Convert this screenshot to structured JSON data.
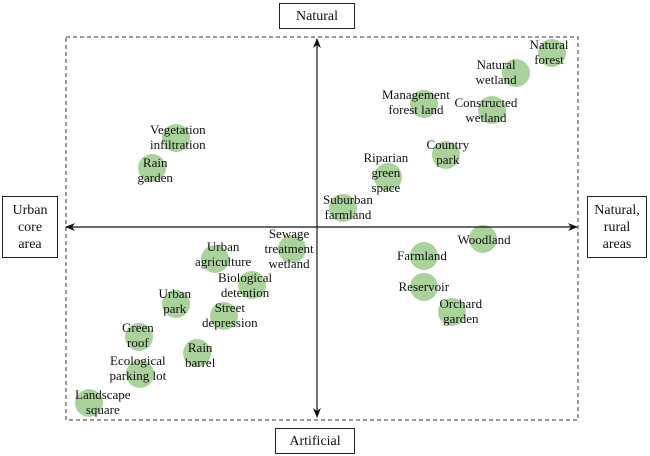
{
  "axes": {
    "top": "Natural",
    "bottom": "Artificial",
    "left": [
      "Urban",
      "core",
      "area"
    ],
    "right": [
      "Natural,",
      "rural",
      "areas"
    ]
  },
  "colors": {
    "dot": "#a9d39b",
    "axis": "#111111",
    "frame": "#333333"
  },
  "items": [
    {
      "lines": [
        "Natural",
        "forest"
      ]
    },
    {
      "lines": [
        "Natural",
        "wetland"
      ]
    },
    {
      "lines": [
        "Management",
        "forest land"
      ]
    },
    {
      "lines": [
        "Constructed",
        "wetland"
      ]
    },
    {
      "lines": [
        "Country",
        "park"
      ]
    },
    {
      "lines": [
        "Riparian",
        "green",
        "space"
      ]
    },
    {
      "lines": [
        "Suburban",
        "farmland"
      ]
    },
    {
      "lines": [
        "Vegetation",
        "infiltration"
      ]
    },
    {
      "lines": [
        "Rain",
        "garden"
      ]
    },
    {
      "lines": [
        "Woodland"
      ]
    },
    {
      "lines": [
        "Farmland"
      ]
    },
    {
      "lines": [
        "Reservoir"
      ]
    },
    {
      "lines": [
        "Orchard",
        "garden"
      ]
    },
    {
      "lines": [
        "Sewage",
        "treatment",
        "wetland"
      ]
    },
    {
      "lines": [
        "Urban",
        "agriculture"
      ]
    },
    {
      "lines": [
        "Biological",
        "detention"
      ]
    },
    {
      "lines": [
        "Urban",
        "park"
      ]
    },
    {
      "lines": [
        "Street",
        "depression"
      ]
    },
    {
      "lines": [
        "Green",
        "roof"
      ]
    },
    {
      "lines": [
        "Rain",
        "barrel"
      ]
    },
    {
      "lines": [
        "Ecological",
        "parking lot"
      ]
    },
    {
      "lines": [
        "Landscape",
        "square"
      ]
    }
  ]
}
